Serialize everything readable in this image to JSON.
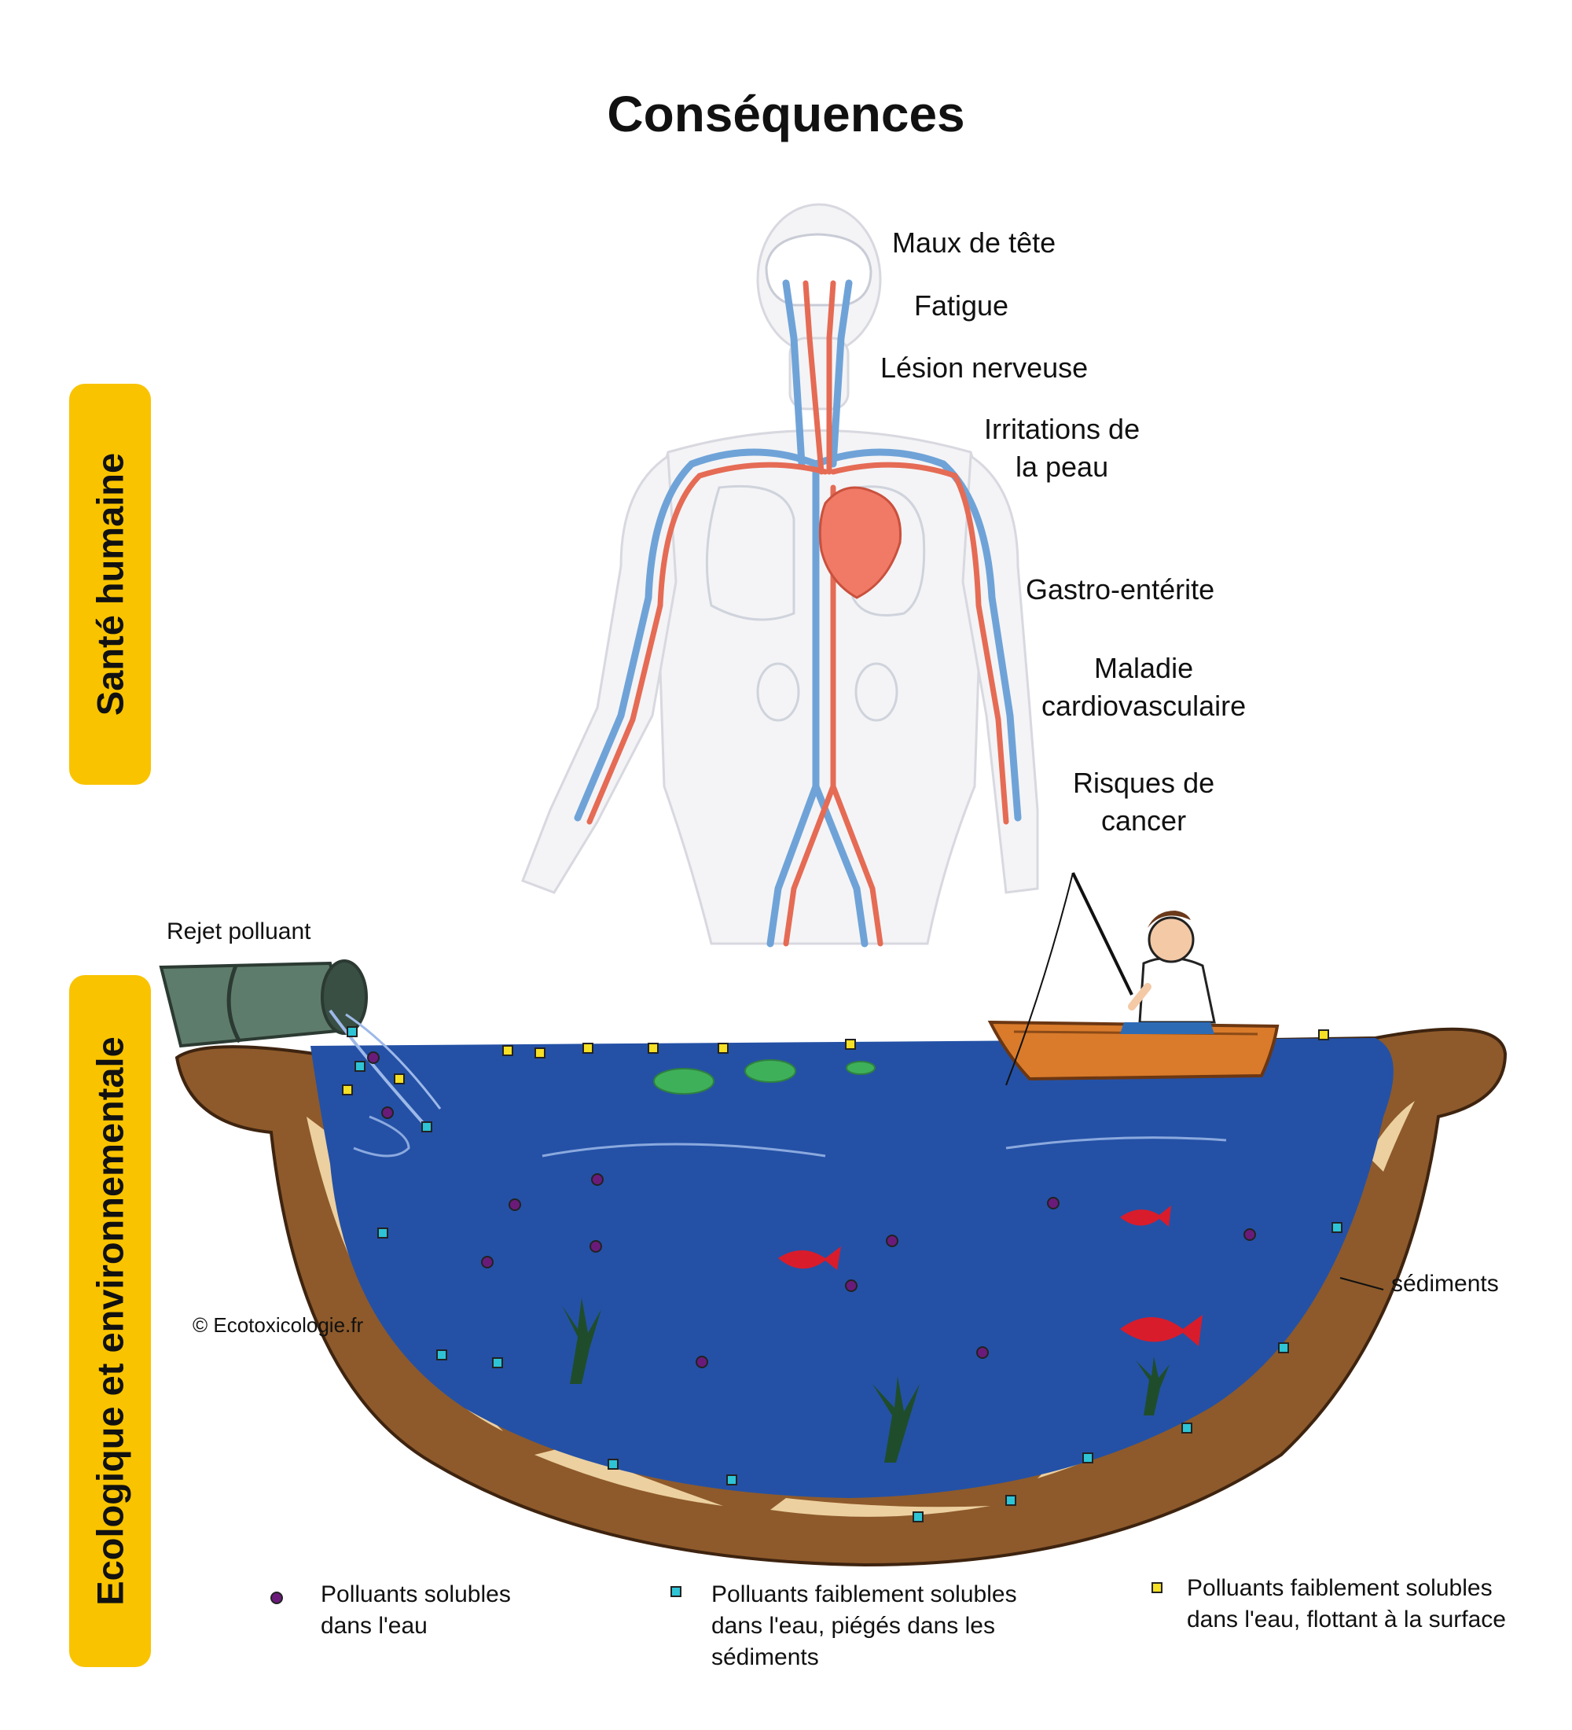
{
  "title": "Conséquences",
  "tabs": {
    "human": "Santé humaine",
    "ecology": "Ecologique et environnementale"
  },
  "symptoms": [
    "Maux de tête",
    "Fatigue",
    "Lésion nerveuse",
    "Irritations de\nla peau",
    "Gastro-entérite",
    "Maladie\ncardiovasculaire",
    "Risques de\ncancer"
  ],
  "labels": {
    "discharge": "Rejet polluant",
    "sediments": "sédiments",
    "credit": "© Ecotoxicologie.fr"
  },
  "legend": [
    {
      "text": "Polluants solubles\ndans l'eau",
      "marker": "circle",
      "color": "#6A1B7A"
    },
    {
      "text": "Polluants faiblement solubles\ndans l'eau, piégés dans les\nsédiments",
      "marker": "square",
      "color": "#2EC4D6"
    },
    {
      "text": "Polluants faiblement solubles\ndans l'eau, flottant à la surface",
      "marker": "square",
      "color": "#F5E025"
    }
  ],
  "colors": {
    "tab": "#F9C300",
    "water": "#2451A6",
    "sediment": "#8E5A2B",
    "sediment_light": "#F2D7A6",
    "artery": "#E56B55",
    "vein": "#6FA3D8"
  }
}
